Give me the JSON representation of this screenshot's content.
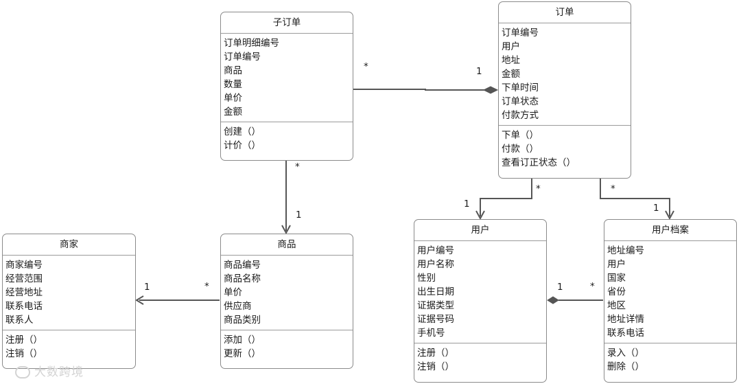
{
  "classes": {
    "suborder": {
      "title": "子订单",
      "attributes": [
        "订单明细编号",
        "订单编号",
        "商品",
        "数量",
        "单价",
        "金额"
      ],
      "methods": [
        "创建（）",
        "计价（）"
      ]
    },
    "order": {
      "title": "订单",
      "attributes": [
        "订单编号",
        "用户",
        "地址",
        "金额",
        "下单时间",
        "订单状态",
        "付款方式"
      ],
      "methods": [
        "下单（）",
        "付款（）",
        "查看订正状态（）"
      ]
    },
    "merchant": {
      "title": "商家",
      "attributes": [
        "商家编号",
        "经营范围",
        "经营地址",
        "联系电话",
        "联系人"
      ],
      "methods": [
        "注册（）",
        "注销（）"
      ]
    },
    "product": {
      "title": "商品",
      "attributes": [
        "商品编号",
        "商品名称",
        "单价",
        "供应商",
        "商品类别"
      ],
      "methods": [
        "添加（）",
        "更新（）"
      ]
    },
    "user": {
      "title": "用户",
      "attributes": [
        "用户编号",
        "用户名称",
        "性别",
        "出生日期",
        "证据类型",
        "证据号码",
        "手机号"
      ],
      "methods": [
        "注册（）",
        "注销（）"
      ]
    },
    "profile": {
      "title": "用户档案",
      "attributes": [
        "地址编号",
        "用户",
        "国家",
        "省份",
        "地区",
        "地址详情",
        "联系电话"
      ],
      "methods": [
        "录入（）",
        "删除（）"
      ]
    }
  },
  "multiplicities": {
    "suborder_order_many": "*",
    "suborder_order_one": "1",
    "suborder_product_many": "*",
    "suborder_product_one": "1",
    "product_merchant_many": "*",
    "product_merchant_one": "1",
    "order_user_many": "*",
    "order_user_one": "1",
    "order_profile_many": "*",
    "order_profile_one": "1",
    "profile_user_many": "*",
    "profile_user_one": "1"
  },
  "connectors": [
    {
      "from": "suborder",
      "to": "order",
      "type": "composition"
    },
    {
      "from": "suborder",
      "to": "product",
      "type": "association"
    },
    {
      "from": "product",
      "to": "merchant",
      "type": "association"
    },
    {
      "from": "order",
      "to": "user",
      "type": "association"
    },
    {
      "from": "order",
      "to": "profile",
      "type": "association"
    },
    {
      "from": "profile",
      "to": "user",
      "type": "composition"
    }
  ],
  "watermark": {
    "text": "大数跨境"
  },
  "colors": {
    "line": "#555555",
    "border": "#8a8a8a"
  }
}
